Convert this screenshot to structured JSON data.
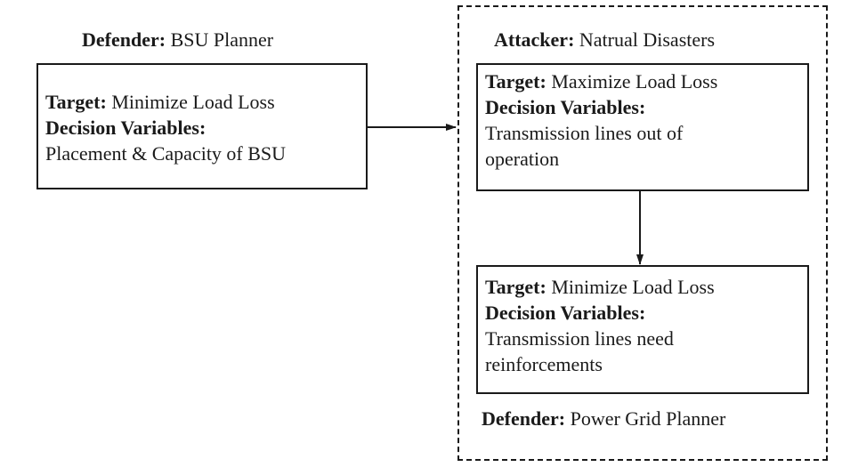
{
  "left": {
    "role_label": "Defender:",
    "role_value": "BSU Planner",
    "target_label": "Target:",
    "target_value": "Minimize Load Loss",
    "variables_label": "Decision Variables:",
    "variables_value": "Placement & Capacity of BSU"
  },
  "attacker": {
    "role_label": "Attacker:",
    "role_value": "Natrual Disasters",
    "target_label": "Target:",
    "target_value": "Maximize Load Loss",
    "variables_label": "Decision Variables:",
    "variables_line1": "Transmission lines out of",
    "variables_line2": "operation"
  },
  "grid_defender": {
    "role_label": "Defender:",
    "role_value": "Power Grid Planner",
    "target_label": "Target:",
    "target_value": "Minimize Load Loss",
    "variables_label": "Decision Variables:",
    "variables_line1": "Transmission lines need",
    "variables_line2": "reinforcements"
  }
}
